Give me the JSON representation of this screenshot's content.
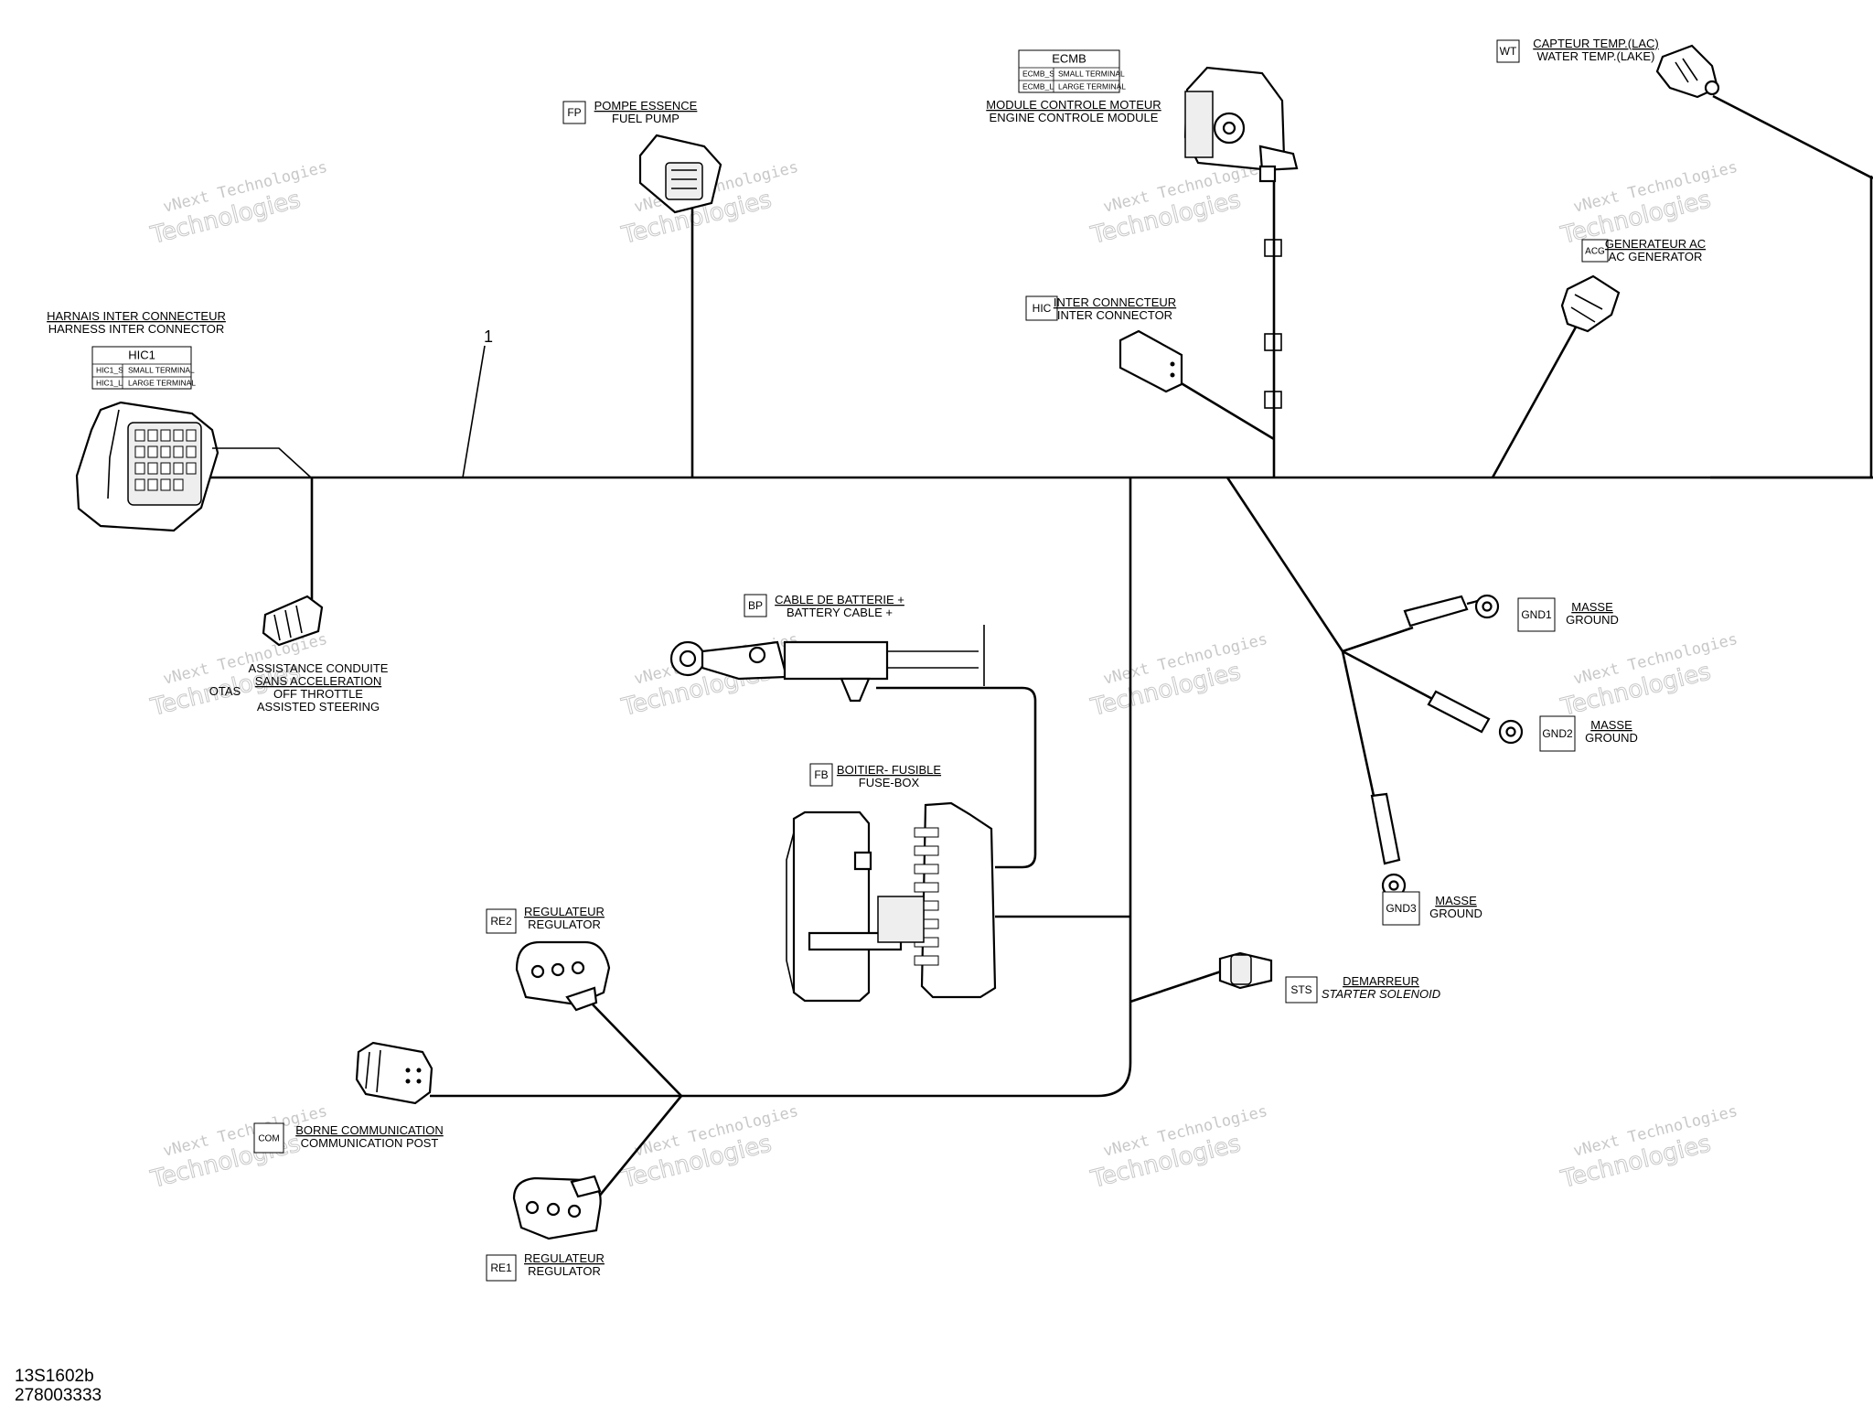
{
  "callout": "1",
  "connectors": {
    "hic1": {
      "fr": "HARNAIS INTER CONNECTEUR",
      "en": "HARNESS INTER CONNECTOR",
      "table_title": "HIC1",
      "rows": [
        [
          "HIC1_S",
          "SMALL TERMINAL"
        ],
        [
          "HIC1_L",
          "LARGE TERMINAL"
        ]
      ]
    },
    "fp": {
      "code": "FP",
      "fr": "POMPE ESSENCE",
      "en": "FUEL PUMP"
    },
    "ecmb": {
      "table_title": "ECMB",
      "rows": [
        [
          "ECMB_S",
          "SMALL TERMINAL"
        ],
        [
          "ECMB_L",
          "LARGE TERMINAL"
        ]
      ],
      "fr": "MODULE CONTROLE MOTEUR",
      "en": "ENGINE CONTROLE MODULE"
    },
    "wt": {
      "code": "WT",
      "fr": "CAPTEUR TEMP.(LAC)",
      "en": "WATER TEMP.(LAKE)"
    },
    "acg": {
      "code": "ACG",
      "fr": "GENERATEUR AC",
      "en": "AC GENERATOR"
    },
    "hic": {
      "code": "HIC",
      "fr": "INTER CONNECTEUR",
      "en": "INTER CONNECTOR"
    },
    "otas": {
      "code": "OTAS",
      "fr1": "ASSISTANCE CONDUITE",
      "fr2": "SANS ACCELERATION",
      "en1": "OFF THROTTLE",
      "en2": "ASSISTED STEERING"
    },
    "bp": {
      "code": "BP",
      "fr": "CABLE DE BATTERIE +",
      "en": "BATTERY CABLE +"
    },
    "fb": {
      "code": "FB",
      "fr": "BOITIER- FUSIBLE",
      "en": "FUSE-BOX"
    },
    "gnd1": {
      "code": "GND1",
      "fr": "MASSE",
      "en": "GROUND"
    },
    "gnd2": {
      "code": "GND2",
      "fr": "MASSE",
      "en": "GROUND"
    },
    "gnd3": {
      "code": "GND3",
      "fr": "MASSE",
      "en": "GROUND"
    },
    "sts": {
      "code": "STS",
      "fr": "DEMARREUR",
      "en": "STARTER SOLENOID"
    },
    "re2": {
      "code": "RE2",
      "fr": "REGULATEUR",
      "en": "REGULATOR"
    },
    "com": {
      "code": "COM",
      "fr": "BORNE COMMUNICATION",
      "en": "COMMUNICATION POST"
    },
    "re1": {
      "code": "RE1",
      "fr": "REGULATEUR",
      "en": "REGULATOR"
    }
  },
  "watermark": {
    "line1": "vNext Technologies",
    "line2": "Technologies"
  },
  "footer": {
    "drawing_ref": "13S1602b",
    "part_number": "278003333"
  },
  "colors": {
    "line": "#000000",
    "watermark": "#c8c8c8",
    "background": "#ffffff"
  }
}
